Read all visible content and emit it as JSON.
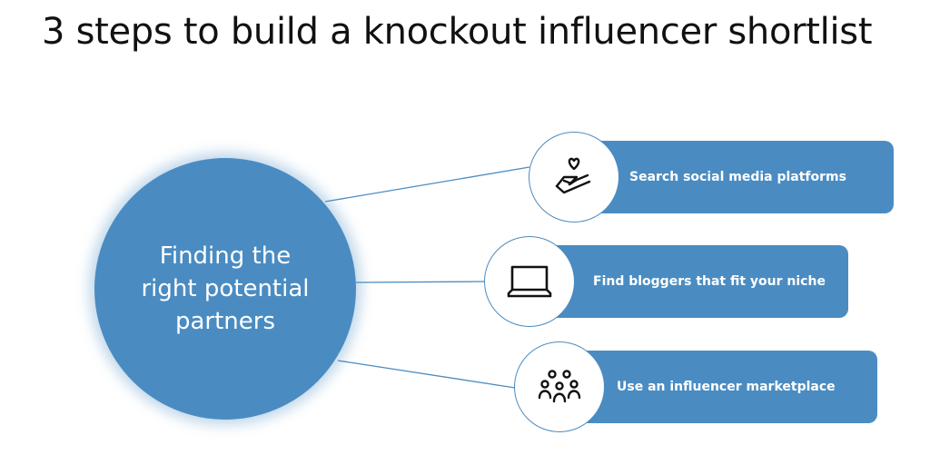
{
  "title": "3 steps to build a knockout influencer shortlist",
  "hub": {
    "label": "Finding the right potential partners"
  },
  "steps": [
    {
      "label": "Search social media platforms",
      "icon": "heart-hand-icon"
    },
    {
      "label": "Find bloggers that fit your niche",
      "icon": "laptop-icon"
    },
    {
      "label": "Use an influencer marketplace",
      "icon": "people-group-icon"
    }
  ],
  "colors": {
    "accent": "#4a8cc2"
  }
}
